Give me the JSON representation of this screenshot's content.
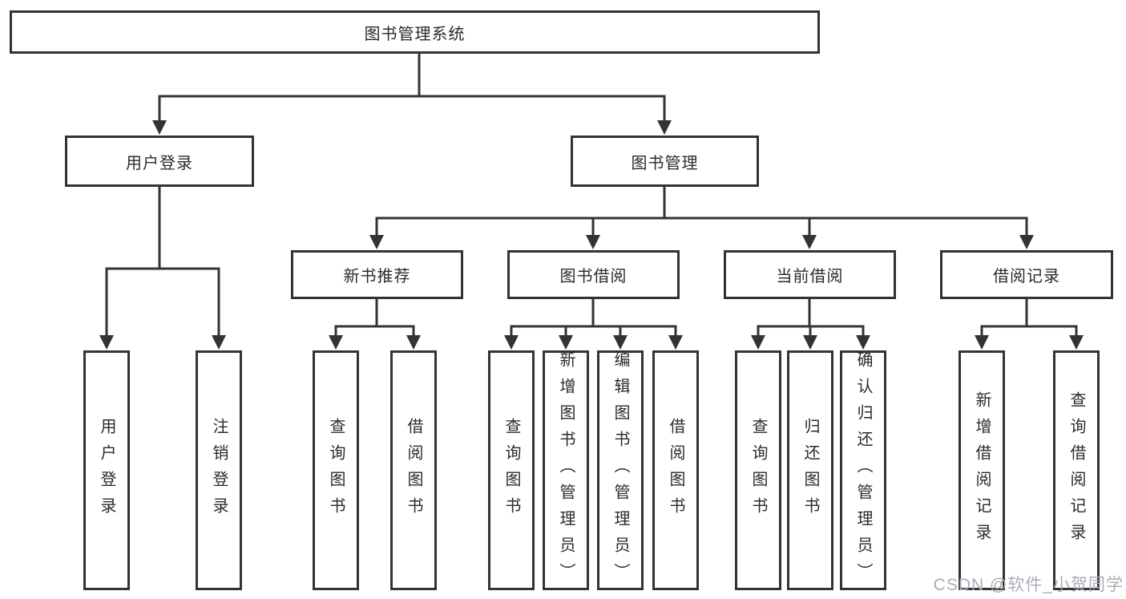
{
  "root": {
    "label": "图书管理系统"
  },
  "level2": {
    "user_login": {
      "label": "用户登录"
    },
    "book_management": {
      "label": "图书管理"
    }
  },
  "level3": {
    "new_book_recommend": {
      "label": "新书推荐"
    },
    "book_borrowing": {
      "label": "图书借阅"
    },
    "current_borrowing": {
      "label": "当前借阅"
    },
    "borrowing_records": {
      "label": "借阅记录"
    }
  },
  "leaves": {
    "user_login": {
      "login": "用户登录",
      "logout": "注销登录"
    },
    "new_book_recommend": {
      "query_books": "查询图书",
      "borrow_books": "借阅图书"
    },
    "book_borrowing": {
      "query_books": "查询图书",
      "add_books": "新增图书（管理员）",
      "edit_books": "编辑图书（管理员）",
      "borrow_books": "借阅图书"
    },
    "current_borrowing": {
      "query_books": "查询图书",
      "return_books": "归还图书",
      "confirm_return": "确认归还（管理员）"
    },
    "borrowing_records": {
      "add_record": "新增借阅记录",
      "query_record": "查询借阅记录"
    }
  },
  "watermark": {
    "text": "CSDN @软件_小贺同学"
  },
  "colors": {
    "line": "#333333",
    "text": "#2b2b2b",
    "watermark": "#a9adb5",
    "background": "#ffffff"
  }
}
